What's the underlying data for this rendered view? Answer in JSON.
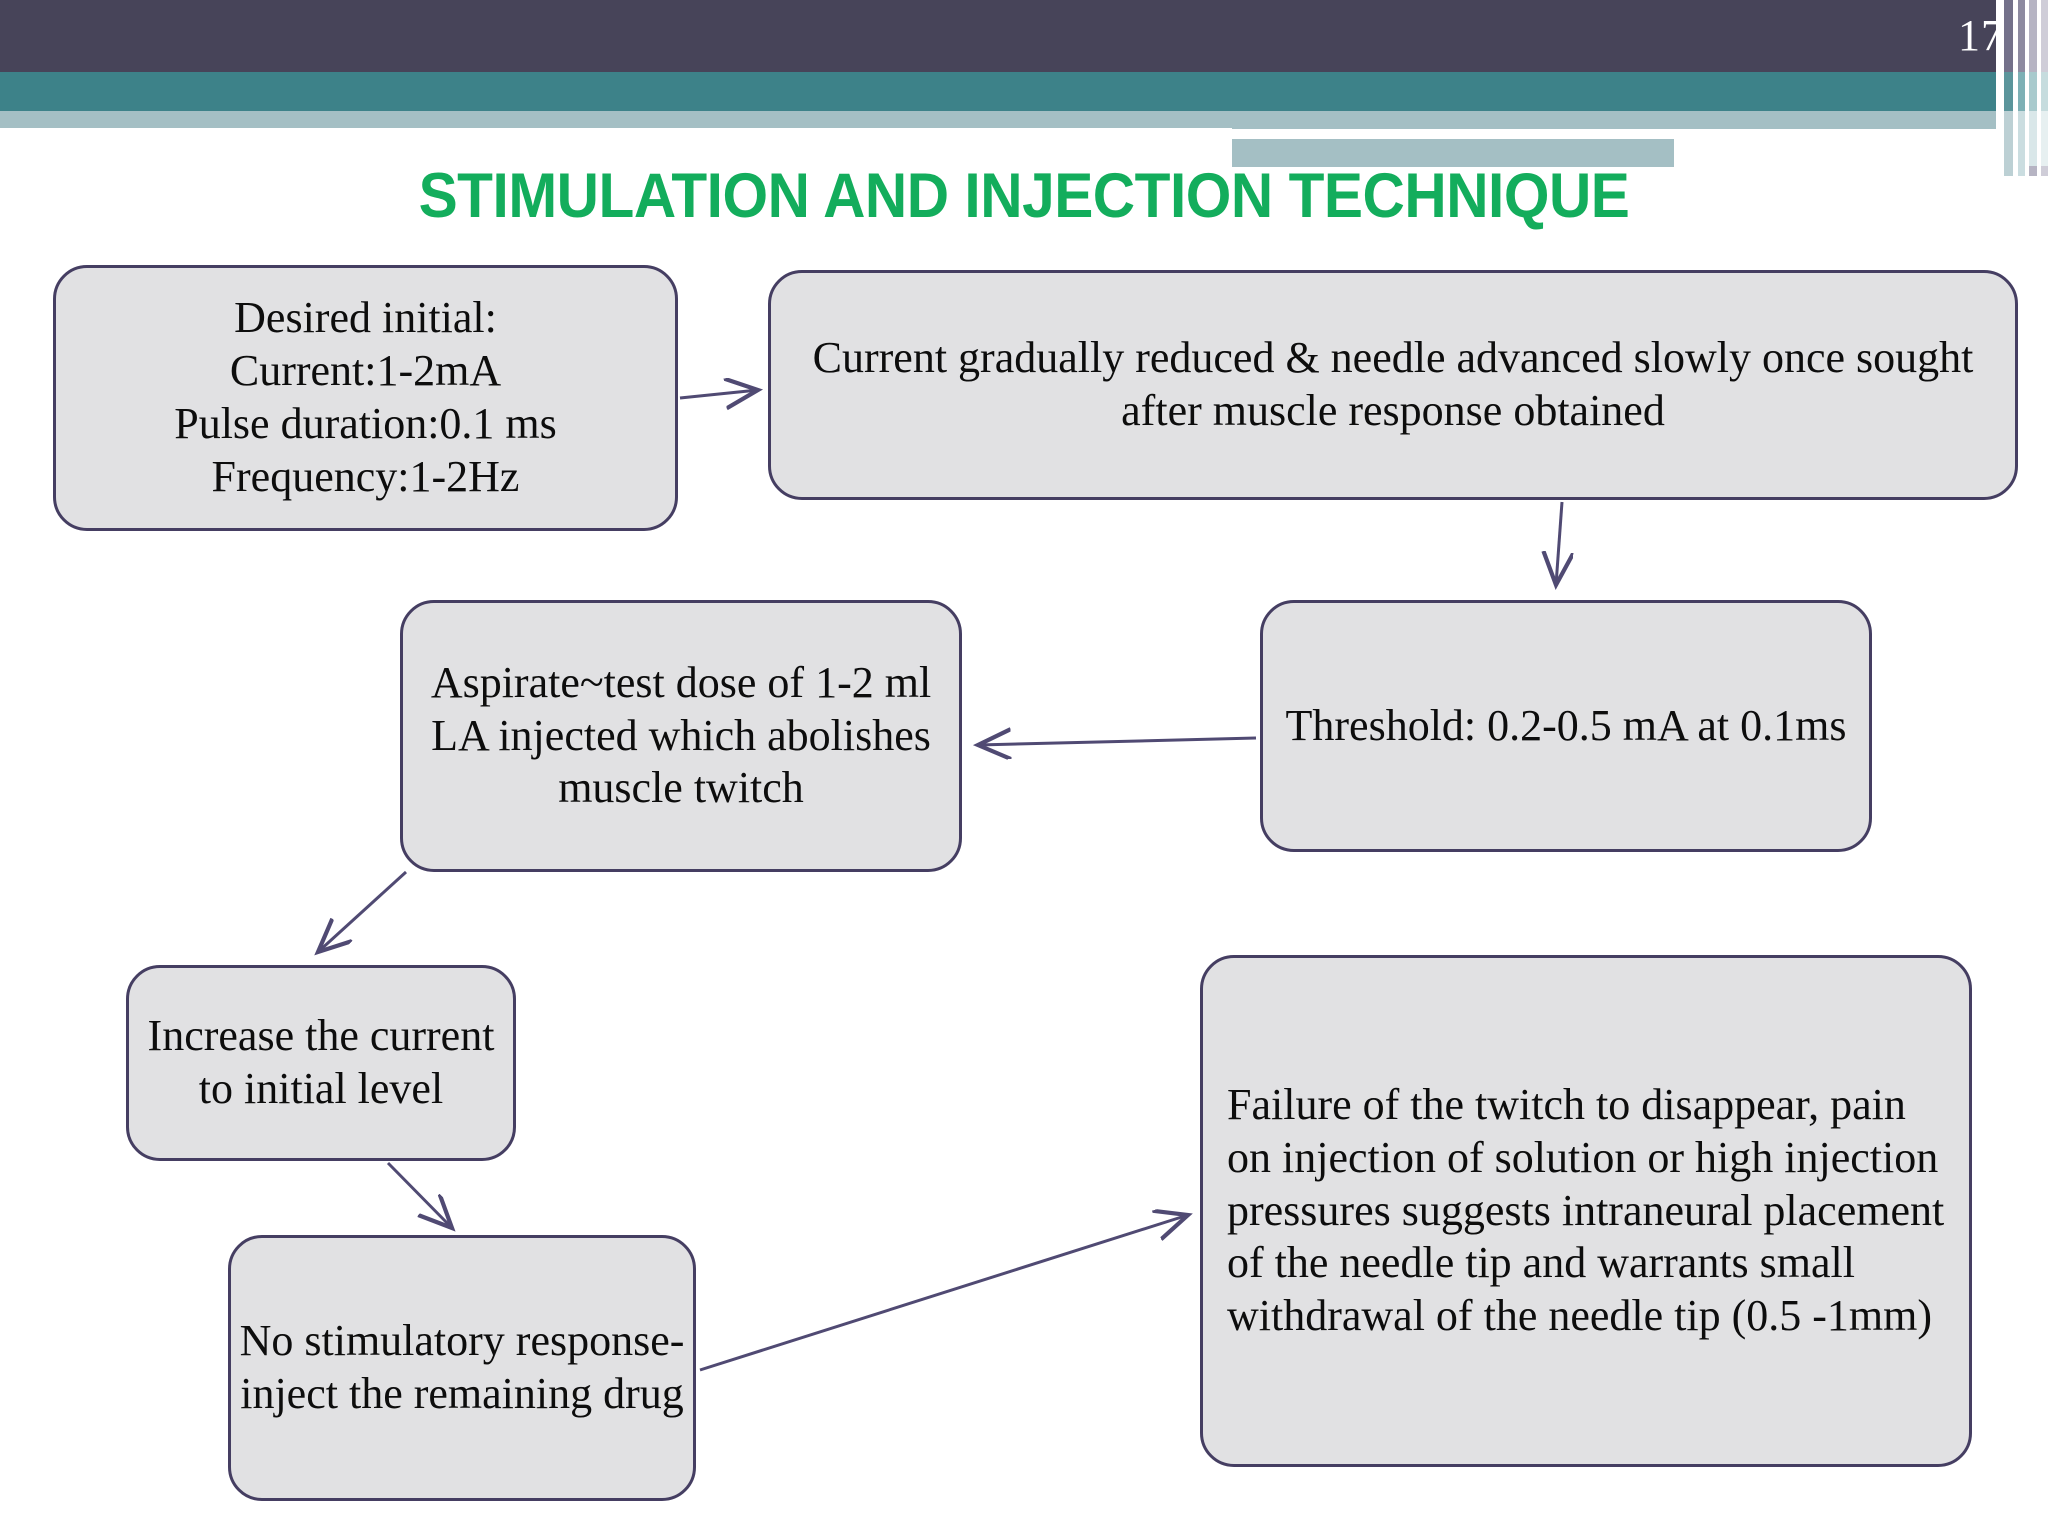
{
  "slide": {
    "page_number": "17",
    "title": "STIMULATION AND INJECTION TECHNIQUE",
    "title_color": "#13ad5c",
    "header_dark_color": "#474459",
    "header_teal_color": "#3d8289",
    "header_light_color": "#a4bfc4",
    "box_fill_color": "#e1e1e3",
    "box_border_color": "#453e62"
  },
  "flow": {
    "boxes": [
      {
        "id": "desired",
        "name": "desired-initial-box",
        "text": "Desired initial:\nCurrent:1-2mA\nPulse duration:0.1 ms\nFrequency:1-2Hz"
      },
      {
        "id": "reduced",
        "name": "current-reduced-box",
        "text": "Current gradually reduced & needle advanced slowly once sought after muscle response obtained"
      },
      {
        "id": "threshold",
        "name": "threshold-box",
        "text": "Threshold: 0.2-0.5 mA at 0.1ms"
      },
      {
        "id": "aspirate",
        "name": "aspirate-test-dose-box",
        "text": "Aspirate~test dose of 1-2 ml LA injected which abolishes muscle twitch"
      },
      {
        "id": "increase",
        "name": "increase-current-box",
        "text": "Increase the current to initial level"
      },
      {
        "id": "nostim",
        "name": "no-stimulatory-response-box",
        "text": "No stimulatory response-inject the remaining drug"
      },
      {
        "id": "failure",
        "name": "failure-of-twitch-box",
        "text": "Failure of the twitch to disappear, pain on injection of solution or high injection pressures suggests intraneural placement of the needle tip and warrants small withdrawal of the needle tip (0.5 -1mm)"
      }
    ],
    "connectors": [
      {
        "name": "arrow-desired-to-reduced",
        "from": "desired",
        "to": "reduced"
      },
      {
        "name": "arrow-reduced-to-threshold",
        "from": "reduced",
        "to": "threshold"
      },
      {
        "name": "arrow-threshold-to-aspirate",
        "from": "threshold",
        "to": "aspirate"
      },
      {
        "name": "arrow-aspirate-to-increase",
        "from": "aspirate",
        "to": "increase"
      },
      {
        "name": "arrow-increase-to-nostim",
        "from": "increase",
        "to": "nostim"
      },
      {
        "name": "arrow-nostim-to-failure",
        "from": "nostim",
        "to": "failure"
      }
    ]
  }
}
